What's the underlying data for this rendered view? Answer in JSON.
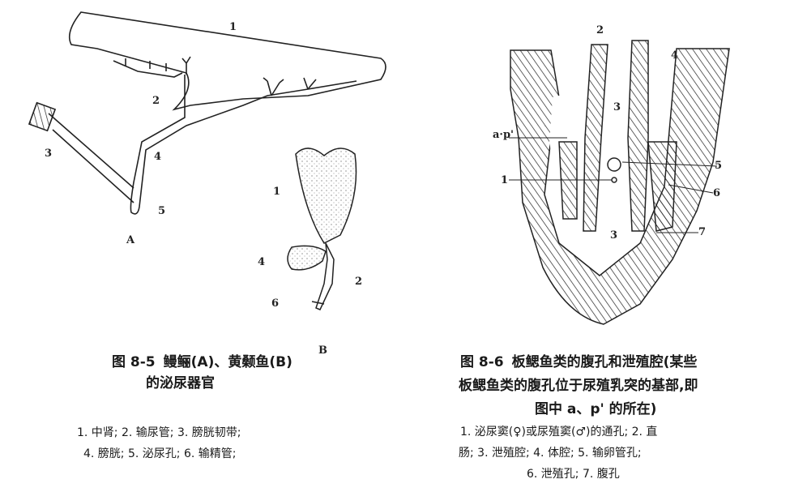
{
  "figure_8_5": {
    "panel_a": "A",
    "panel_b": "B",
    "a_labels": [
      "1",
      "2",
      "3",
      "4",
      "5"
    ],
    "b_labels": [
      "1",
      "4",
      "2",
      "6"
    ],
    "number": "图 8-5",
    "title": "鳗鲡(A)、黄颡鱼(B)",
    "title_line2": "的泌尿器官",
    "legend_line1": "1. 中肾;   2. 输尿管;   3. 膀胱韧带;",
    "legend_line2": "4. 膀胱;   5. 泌尿孔;   6. 输精管;"
  },
  "figure_8_6": {
    "labels": {
      "n2": "2",
      "n4": "4",
      "n3_top": "3",
      "ap": "a·p'",
      "n1": "1",
      "n5": "5",
      "n6": "6",
      "n3_bottom": "3",
      "n7": "7"
    },
    "number": "图 8-6",
    "title": "板鳃鱼类的腹孔和泄殖腔(某些",
    "title_line2": "板鳃鱼类的腹孔位于尿殖乳突的基部,即",
    "title_line3": "图中 a、p' 的所在)",
    "legend_line1": "1. 泌尿窦(♀)或尿殖窦(♂)的通孔;   2. 直",
    "legend_line2": "肠;   3. 泄殖腔;   4. 体腔;   5. 输卵管孔;",
    "legend_line3": "6. 泄殖孔;   7. 腹孔"
  }
}
